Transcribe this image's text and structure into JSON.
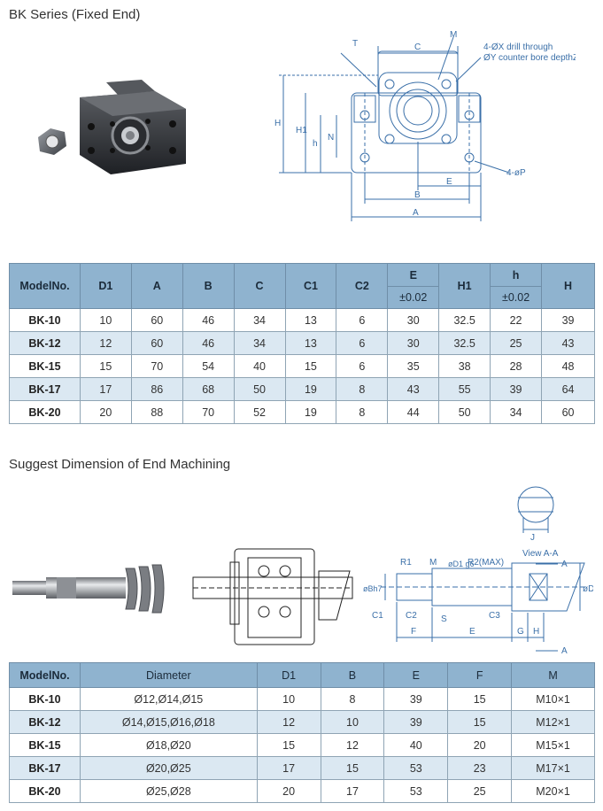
{
  "section1": {
    "title": "BK Series (Fixed End)",
    "drawing_labels": {
      "M": "M",
      "C": "C",
      "T": "T",
      "drill_note_1": "4-ØX drill through",
      "drill_note_2": "ØY counter bore depthZ",
      "H": "H",
      "H1": "H1",
      "h": "h",
      "N": "N",
      "E": "E",
      "B": "B",
      "A": "A",
      "P": "4-øP"
    },
    "table": {
      "headers": {
        "model": "ModelNo.",
        "D1": "D1",
        "A": "A",
        "B": "B",
        "C": "C",
        "C1": "C1",
        "C2": "C2",
        "E": "E",
        "E_tol": "±0.02",
        "H1": "H1",
        "h": "h",
        "h_tol": "±0.02",
        "H": "H"
      },
      "rows": [
        {
          "model": "BK-10",
          "D1": "10",
          "A": "60",
          "B": "46",
          "C": "34",
          "C1": "13",
          "C2": "6",
          "E": "30",
          "H1": "32.5",
          "h": "22",
          "H": "39"
        },
        {
          "model": "BK-12",
          "D1": "12",
          "A": "60",
          "B": "46",
          "C": "34",
          "C1": "13",
          "C2": "6",
          "E": "30",
          "H1": "32.5",
          "h": "25",
          "H": "43"
        },
        {
          "model": "BK-15",
          "D1": "15",
          "A": "70",
          "B": "54",
          "C": "40",
          "C1": "15",
          "C2": "6",
          "E": "35",
          "H1": "38",
          "h": "28",
          "H": "48"
        },
        {
          "model": "BK-17",
          "D1": "17",
          "A": "86",
          "B": "68",
          "C": "50",
          "C1": "19",
          "C2": "8",
          "E": "43",
          "H1": "55",
          "h": "39",
          "H": "64"
        },
        {
          "model": "BK-20",
          "D1": "20",
          "A": "88",
          "B": "70",
          "C": "52",
          "C1": "19",
          "C2": "8",
          "E": "44",
          "H1": "50",
          "h": "34",
          "H": "60"
        }
      ]
    }
  },
  "section2": {
    "title": "Suggest Dimension of End Machining",
    "drawing_labels": {
      "J": "J",
      "view": "View A-A",
      "A1": "A",
      "A2": "A",
      "R1": "R1",
      "M": "M",
      "D1g6": "øD1 g6",
      "R2": "R2(MAX)",
      "Bh7": "øBh7",
      "D": "øD",
      "C1": "C1",
      "C2": "C2",
      "S": "S",
      "C3": "C3",
      "F": "F",
      "E": "E",
      "G": "G",
      "H": "H"
    },
    "table": {
      "headers": {
        "model": "ModelNo.",
        "diameter": "Diameter",
        "D1": "D1",
        "B": "B",
        "E": "E",
        "F": "F",
        "M": "M"
      },
      "rows": [
        {
          "model": "BK-10",
          "diameter": "Ø12,Ø14,Ø15",
          "D1": "10",
          "B": "8",
          "E": "39",
          "F": "15",
          "M": "M10×1"
        },
        {
          "model": "BK-12",
          "diameter": "Ø14,Ø15,Ø16,Ø18",
          "D1": "12",
          "B": "10",
          "E": "39",
          "F": "15",
          "M": "M12×1"
        },
        {
          "model": "BK-15",
          "diameter": "Ø18,Ø20",
          "D1": "15",
          "B": "12",
          "E": "40",
          "F": "20",
          "M": "M15×1"
        },
        {
          "model": "BK-17",
          "diameter": "Ø20,Ø25",
          "D1": "17",
          "B": "15",
          "E": "53",
          "F": "23",
          "M": "M17×1"
        },
        {
          "model": "BK-20",
          "diameter": "Ø25,Ø28",
          "D1": "20",
          "B": "17",
          "E": "53",
          "F": "25",
          "M": "M20×1"
        }
      ]
    }
  }
}
